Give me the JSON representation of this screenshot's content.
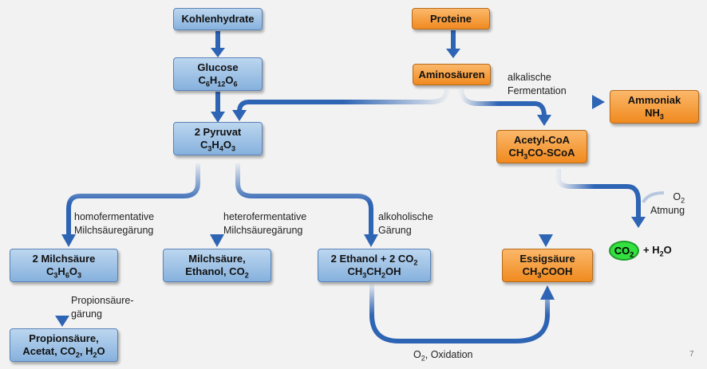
{
  "colors": {
    "carbohydrate_box": "#9cc3e8",
    "protein_box": "#f5a040",
    "arrow": "#2e64b4",
    "product_circle": "#33e040"
  },
  "boxes": {
    "kohlenhydrate": "Kohlenhydrate",
    "glucose": {
      "name": "Glucose",
      "formula": "C6H12O6"
    },
    "pyruvat": {
      "name": "2 Pyruvat",
      "formula": "C3H4O3"
    },
    "milchsaeure": {
      "name": "2 Milchsäure",
      "formula": "C3H6O3"
    },
    "propionsaeure": {
      "line1": "Propionsäure,",
      "line2": "Acetat, CO2, H2O"
    },
    "hetero_products": {
      "line1": "Milchsäure,",
      "line2": "Ethanol, CO2"
    },
    "ethanol": {
      "line1": "2 Ethanol + 2 CO2",
      "line2": "CH3CH2OH"
    },
    "proteine": "Proteine",
    "aminosaeuren": "Aminosäuren",
    "ammoniak": {
      "name": "Ammoniak",
      "formula": "NH3"
    },
    "acetyl_coa": {
      "name": "Acetyl-CoA",
      "formula": "CH3CO-SCoA"
    },
    "essigsaeure": {
      "name": "Essigsäure",
      "formula": "CH3COOH"
    }
  },
  "labels": {
    "homofermentative": [
      "homofermentative",
      "Milchsäuregärung"
    ],
    "heterofermentative": [
      "heterofermentative",
      "Milchsäuregärung"
    ],
    "alkoholische": [
      "alkoholische",
      "Gärung"
    ],
    "propionsaeure_gaerung": [
      "Propionsäure-",
      "gärung"
    ],
    "alkalische": [
      "alkalische",
      "Fermentation"
    ],
    "atmung": [
      "O2",
      "Atmung"
    ],
    "oxidation": "O2, Oxidation"
  },
  "products": {
    "co2": "CO2",
    "h2o": "+ H2O"
  },
  "page_number": "7"
}
